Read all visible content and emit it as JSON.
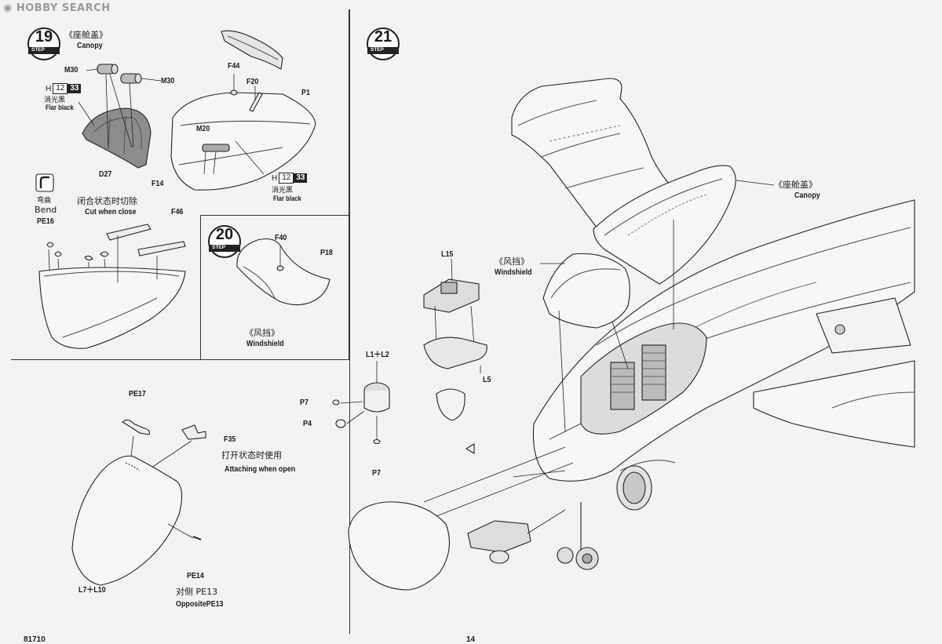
{
  "watermark": "HOBBY SEARCH",
  "footer": {
    "code": "81710",
    "page": "14"
  },
  "steps": {
    "s19": {
      "num": "19",
      "cn": "《座舱盖》",
      "en": "Canopy"
    },
    "s20": {
      "num": "20",
      "cn": "《风挡》",
      "en": "Windshield"
    },
    "s21": {
      "num": "21",
      "cn": "《座舱盖》",
      "en": "Canopy",
      "cn2": "《风挡》",
      "en2": "Windshield"
    }
  },
  "step_word": "STEP",
  "parts": {
    "m30a": "M30",
    "m30b": "M30",
    "d27": "D27",
    "f44": "F44",
    "f20": "F20",
    "p1": "P1",
    "m20": "M20",
    "f14": "F14",
    "f46": "F46",
    "pe16": "PE16",
    "f40": "F40",
    "p18": "P18",
    "pe17": "PE17",
    "f35": "F35",
    "pe14": "PE14",
    "l7l10": "L7＋L10",
    "l1l2": "L1＋L2",
    "p7a": "P7",
    "p4": "P4",
    "p7b": "P7",
    "l15": "L15",
    "l5": "L5"
  },
  "paint": {
    "a": {
      "h": "H",
      "code": "12",
      "num": "33",
      "cn": "消光黑",
      "en": "Flar black"
    },
    "b": {
      "h": "H",
      "code": "12",
      "num": "33",
      "cn": "消光黑",
      "en": "Flar black"
    }
  },
  "bend": {
    "cn": "弯曲",
    "en": "Bend"
  },
  "cut": {
    "cn": "闭合状态时切除",
    "en": "Cut when close"
  },
  "attach": {
    "cn": "打开状态时使用",
    "en": "Attaching when open"
  },
  "opposite": {
    "cn": "对侧 PE13",
    "en": "OppositePE13"
  }
}
